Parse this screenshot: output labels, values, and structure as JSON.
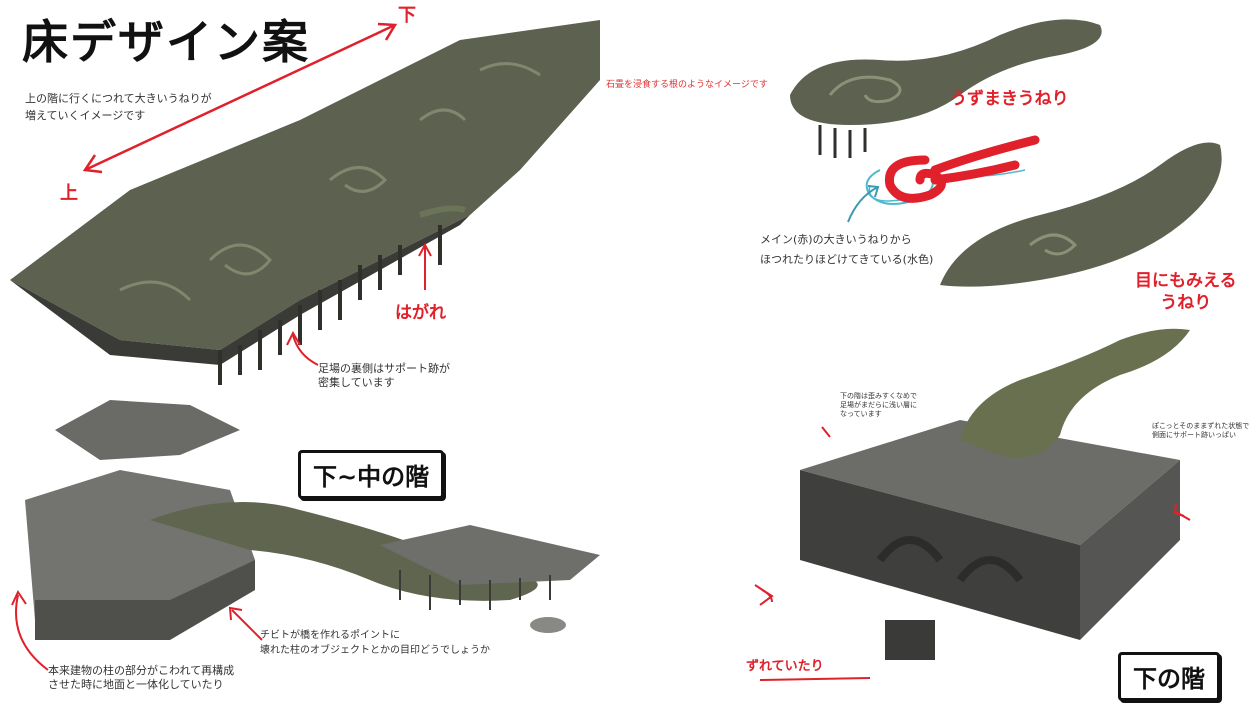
{
  "sheet": {
    "title": "床デザイン案",
    "colors": {
      "annotation_red": "#e0202a",
      "water_blue": "#4fb8cf",
      "stone_dark": "#4a4a48",
      "moss_green": "#6b7358"
    }
  },
  "upper_floor": {
    "arrow_top_label": "下",
    "arrow_bottom_label": "上",
    "description": "上の階に行くにつれて大きいうねりが\n増えていくイメージです",
    "root_note": "石畳を浸食する根のようなイメージです",
    "peeling_label": "はがれ",
    "support_note": "足場の裏側はサポート跡が\n密集しています"
  },
  "swirl_section": {
    "swirl_label": "うずまきうねり",
    "main_note": "メイン(赤)の大きいうねりから\nほつれたりほどけてきている(水色)",
    "visible_label": "目にもみえる\nうねり"
  },
  "lower_mid_floor": {
    "box_label": "下~中の階",
    "bridge_note": "チビトが橋を作れるポイントに\n壊れた柱のオブジェクトとかの目印どうでしょうか",
    "pillar_note": "本来建物の柱の部分がこわれて再構成\nさせた時に地面と一体化していたり"
  },
  "lower_floor": {
    "box_label": "下の階",
    "step_note": "下の階は歪みすくなめで\n足場がまだらに浅い層に\nなっています",
    "offset_note": "ぽこっとそのままずれた状態で\n側面にサポート跡いっぱい",
    "shifted_label": "ずれていたり"
  }
}
